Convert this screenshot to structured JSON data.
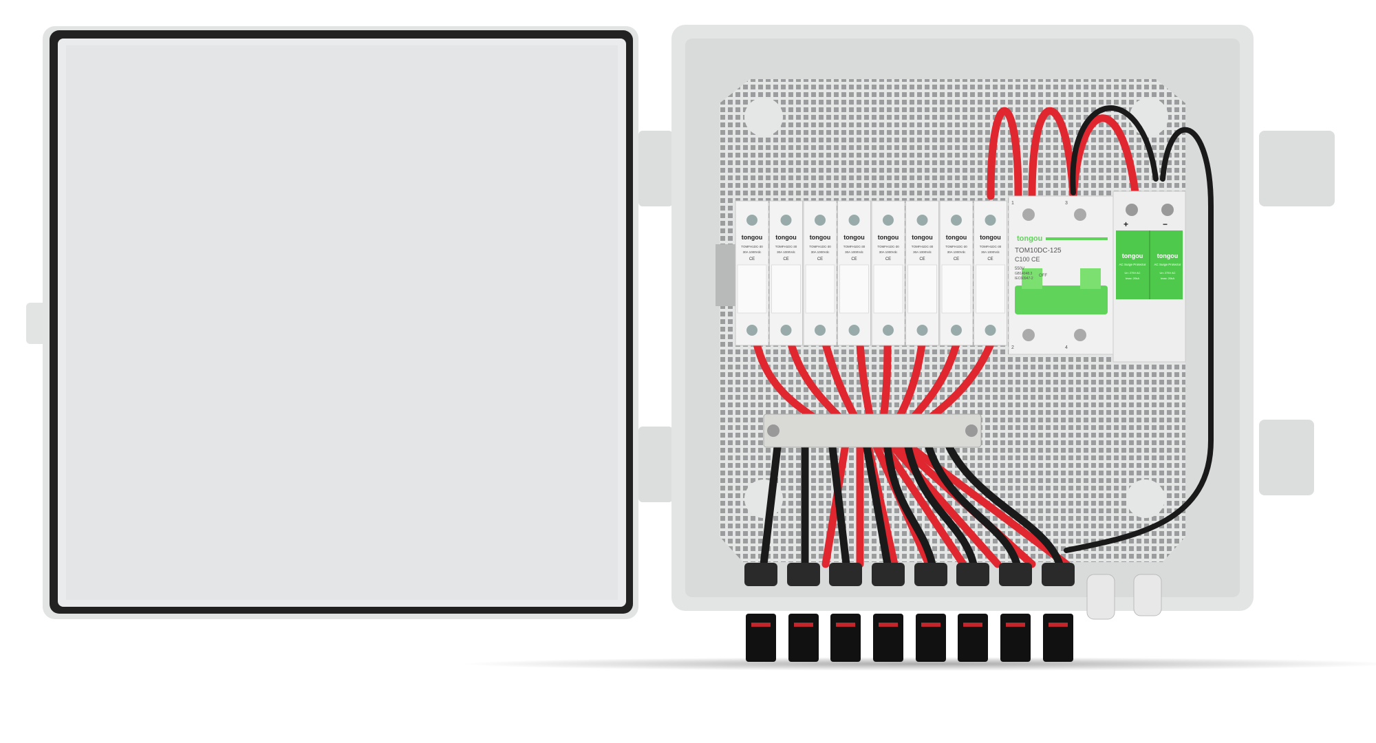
{
  "product": {
    "brand": "tongou",
    "fuse_holder": {
      "model": "TOMFH1DC-30",
      "current": "30A",
      "voltage": "1000Vdc",
      "mark": "CE",
      "count": 8
    },
    "isolator": {
      "model": "TOM10DC-125",
      "rating": "C100",
      "voltage": "550V",
      "std1": "GB14048.3",
      "std2": "IEC60947-2",
      "off": "OFF",
      "mark": "CE",
      "t1": "1",
      "t2": "2",
      "t3": "3",
      "t4": "4"
    },
    "surge_protector": {
      "title": "AC Surge Protector",
      "un": "Un: 275V AC",
      "imax": "Imax: 20kA",
      "plus": "+",
      "minus": "−"
    }
  },
  "colors": {
    "enclosure": "#e9eaea",
    "red_wire": "#e0262e",
    "black_wire": "#1a1a1a",
    "green": "#5fd35a"
  }
}
